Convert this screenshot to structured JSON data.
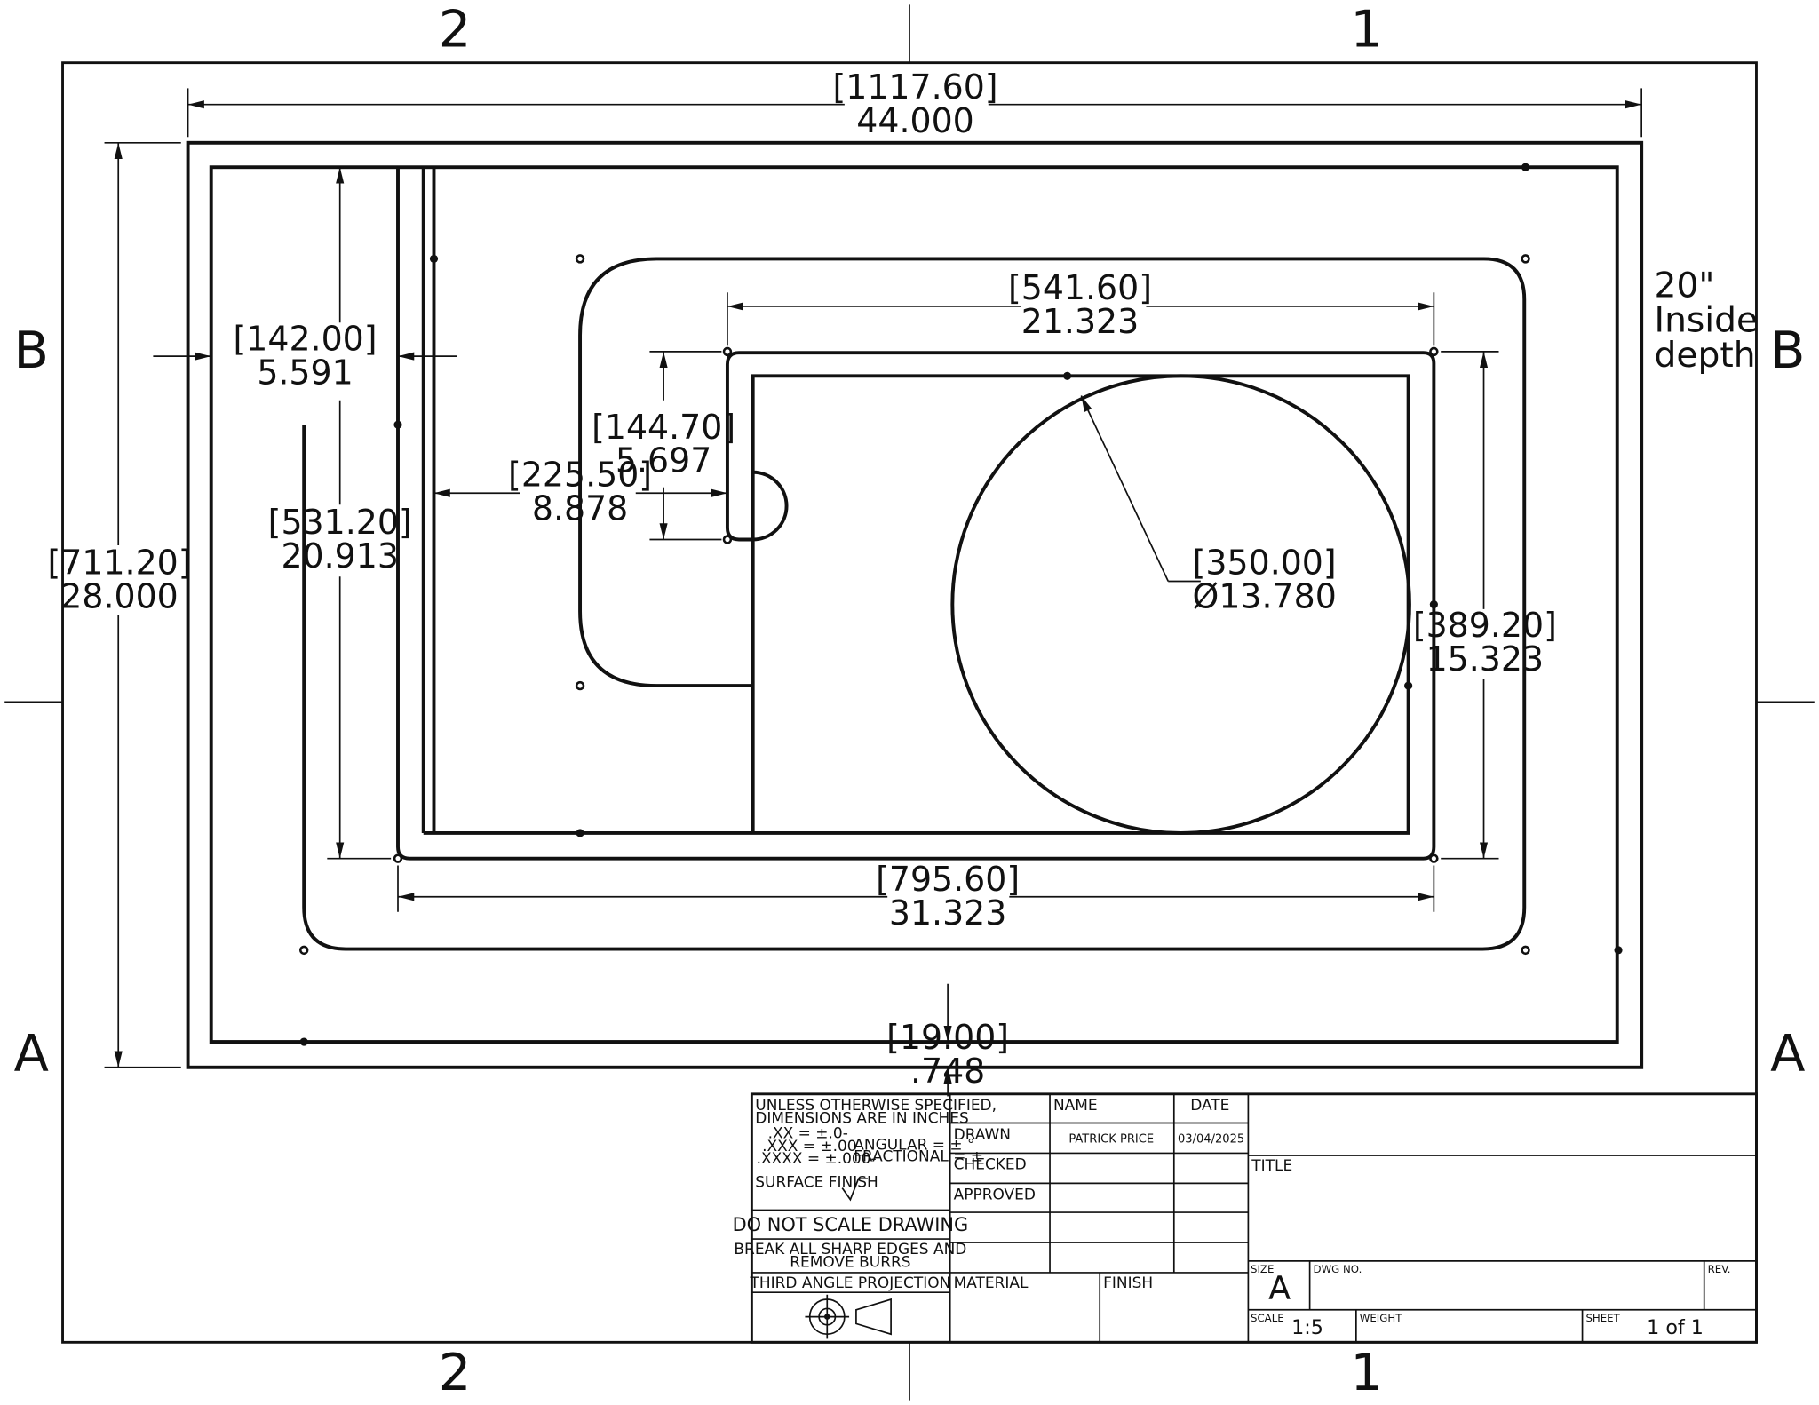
{
  "zones": {
    "col_left": "2",
    "col_right": "1",
    "row_top": "B",
    "row_bottom": "A"
  },
  "dimensions": {
    "overall_width": {
      "mm": "[1117.60]",
      "in": "44.000"
    },
    "overall_height": {
      "mm": "[711.20]",
      "in": "28.000"
    },
    "left_offset": {
      "mm": "[142.00]",
      "in": "5.591"
    },
    "inner_height": {
      "mm": "[531.20]",
      "in": "20.913"
    },
    "pocket_offset": {
      "mm": "[225.50]",
      "in": "8.878"
    },
    "notch": {
      "mm": "[144.70]",
      "in": "5.697"
    },
    "tray_width": {
      "mm": "[541.60]",
      "in": "21.323"
    },
    "circle_dia": {
      "mm": "[350.00]",
      "in": "Ø13.780"
    },
    "tray_height": {
      "mm": "[389.20]",
      "in": "15.323"
    },
    "frame_width": {
      "mm": "[795.60]",
      "in": "31.323"
    },
    "bottom_gap": {
      "mm": "[19.00]",
      "in": ".748"
    }
  },
  "note": {
    "line1": "20\"",
    "line2": "Inside",
    "line3": "depth"
  },
  "title_block": {
    "tolerance": {
      "line1": "UNLESS OTHERWISE SPECIFIED,",
      "line2": "DIMENSIONS ARE IN INCHES",
      "xx": ".XX = ±.0-",
      "xxx": ".XXX = ±.00-",
      "xxxx": ".XXXX = ±.000-",
      "angular": "ANGULAR = ± °",
      "fractional": "FRACTIONAL = ±",
      "surface_finish": "SURFACE FINISH"
    },
    "do_not_scale": "DO NOT SCALE DRAWING",
    "break_edges_1": "BREAK ALL SHARP EDGES AND",
    "break_edges_2": "REMOVE BURRS",
    "projection": "THIRD ANGLE PROJECTION",
    "headers": {
      "name": "NAME",
      "date": "DATE"
    },
    "rows": {
      "drawn": "DRAWN",
      "checked": "CHECKED",
      "approved": "APPROVED"
    },
    "drawn_name": "PATRICK PRICE",
    "drawn_date": "03/04/2025",
    "material": "MATERIAL",
    "finish": "FINISH",
    "title": "TITLE",
    "size_label": "SIZE",
    "size": "A",
    "dwg_no": "DWG NO.",
    "rev": "REV.",
    "scale_label": "SCALE",
    "scale": "1:5",
    "weight": "WEIGHT",
    "sheet_label": "SHEET",
    "sheet": "1 of 1"
  }
}
